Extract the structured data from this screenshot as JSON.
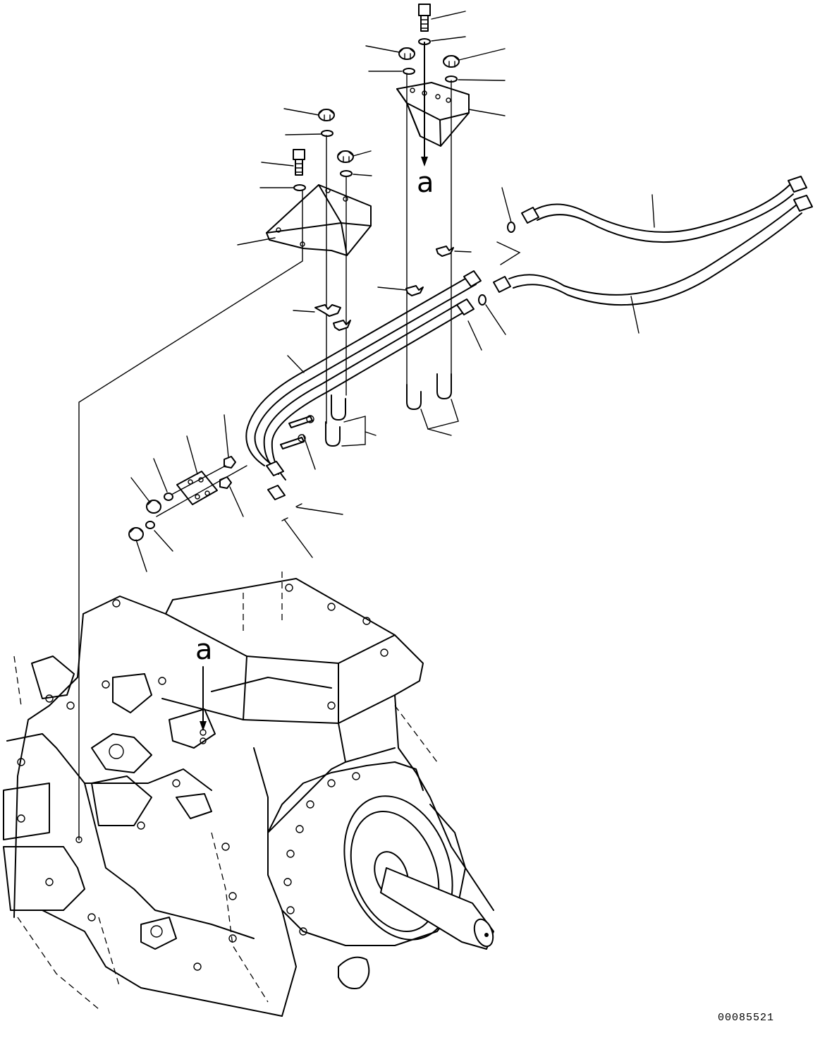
{
  "drawing": {
    "reference_label_top": "a",
    "reference_label_bottom": "a",
    "drawing_number": "00085521"
  }
}
